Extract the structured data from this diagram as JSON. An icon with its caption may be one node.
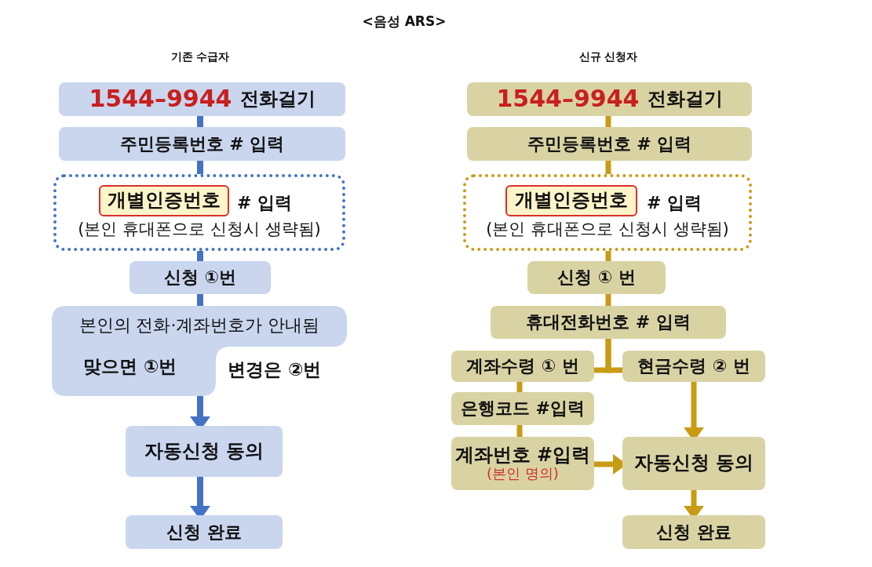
{
  "diagram": {
    "title": "<음성 ARS>",
    "nodes": [
      {
        "text": [
          "1544–9944",
          "전화걸기"
        ]
      },
      {
        "text": [
          "주민등록번호 # 입력"
        ]
      },
      {
        "text": [
          "# 입력",
          "(본인 휴대폰으로 신청시 생략됨)"
        ]
      },
      {
        "text": [
          "개별인증번호"
        ],
        "in": 2
      },
      {
        "text": [
          "신청 ①번"
        ]
      },
      {
        "text": [
          "본인의 전화·계좌번호가 안내됨",
          "맞으면 ①번"
        ],
        "beside": [
          "변경은 ②번"
        ]
      },
      {
        "text": [
          "자동신청 동의"
        ]
      },
      {
        "text": [
          "신청 완료"
        ]
      },
      {
        "text": [
          "1544–9944",
          "전화걸기"
        ]
      },
      {
        "text": [
          "주민등록번호 # 입력"
        ]
      },
      {
        "text": [
          "# 입력",
          "(본인 휴대폰으로 신청시 생략됨)"
        ]
      },
      {
        "text": [
          "개별인증번호"
        ],
        "in": 10
      },
      {
        "text": [
          "신청 ① 번"
        ]
      },
      {
        "text": [
          "휴대전화번호 # 입력"
        ]
      },
      {
        "text": [
          "계좌수령 ① 번"
        ]
      },
      {
        "text": [
          "현금수령 ② 번"
        ]
      },
      {
        "text": [
          "은행코드 #입력"
        ]
      },
      {
        "text": [
          "계좌번호 #입력",
          "(본인 명의)"
        ]
      },
      {
        "text": [
          "자동신청 동의"
        ]
      },
      {
        "text": [
          "신청 완료"
        ]
      }
    ],
    "edges": [
      {
        "from": 0,
        "to": 1,
        "arrow": "none",
        "color": "#4472c4"
      },
      {
        "from": 1,
        "to": 2,
        "arrow": "none",
        "color": "#4472c4"
      },
      {
        "from": 2,
        "to": 4,
        "arrow": "none",
        "color": "#4472c4"
      },
      {
        "from": 4,
        "to": 5,
        "arrow": "none",
        "color": "#4472c4"
      },
      {
        "from": 5,
        "to": 6,
        "arrow": "to",
        "color": "#4472c4"
      },
      {
        "from": 6,
        "to": 7,
        "arrow": "to",
        "color": "#4472c4"
      },
      {
        "from": 8,
        "to": 9,
        "arrow": "none"
      },
      {
        "from": 9,
        "to": 10,
        "arrow": "none"
      },
      {
        "from": 10,
        "to": 12,
        "arrow": "none"
      },
      {
        "from": 12,
        "to": 13,
        "arrow": "none"
      },
      {
        "from": 13,
        "to": 14,
        "arrow": "none"
      },
      {
        "from": 13,
        "to": 15,
        "arrow": "none"
      },
      {
        "from": 14,
        "to": 16,
        "arrow": "none"
      },
      {
        "from": 16,
        "to": 17,
        "arrow": "none"
      },
      {
        "from": 17,
        "to": 18,
        "arrow": "to"
      },
      {
        "from": 15,
        "to": 18,
        "arrow": "to"
      },
      {
        "from": 18,
        "to": 19,
        "arrow": "to"
      }
    ],
    "labels": [
      "기존 수급자",
      "신규 신청자"
    ]
  }
}
